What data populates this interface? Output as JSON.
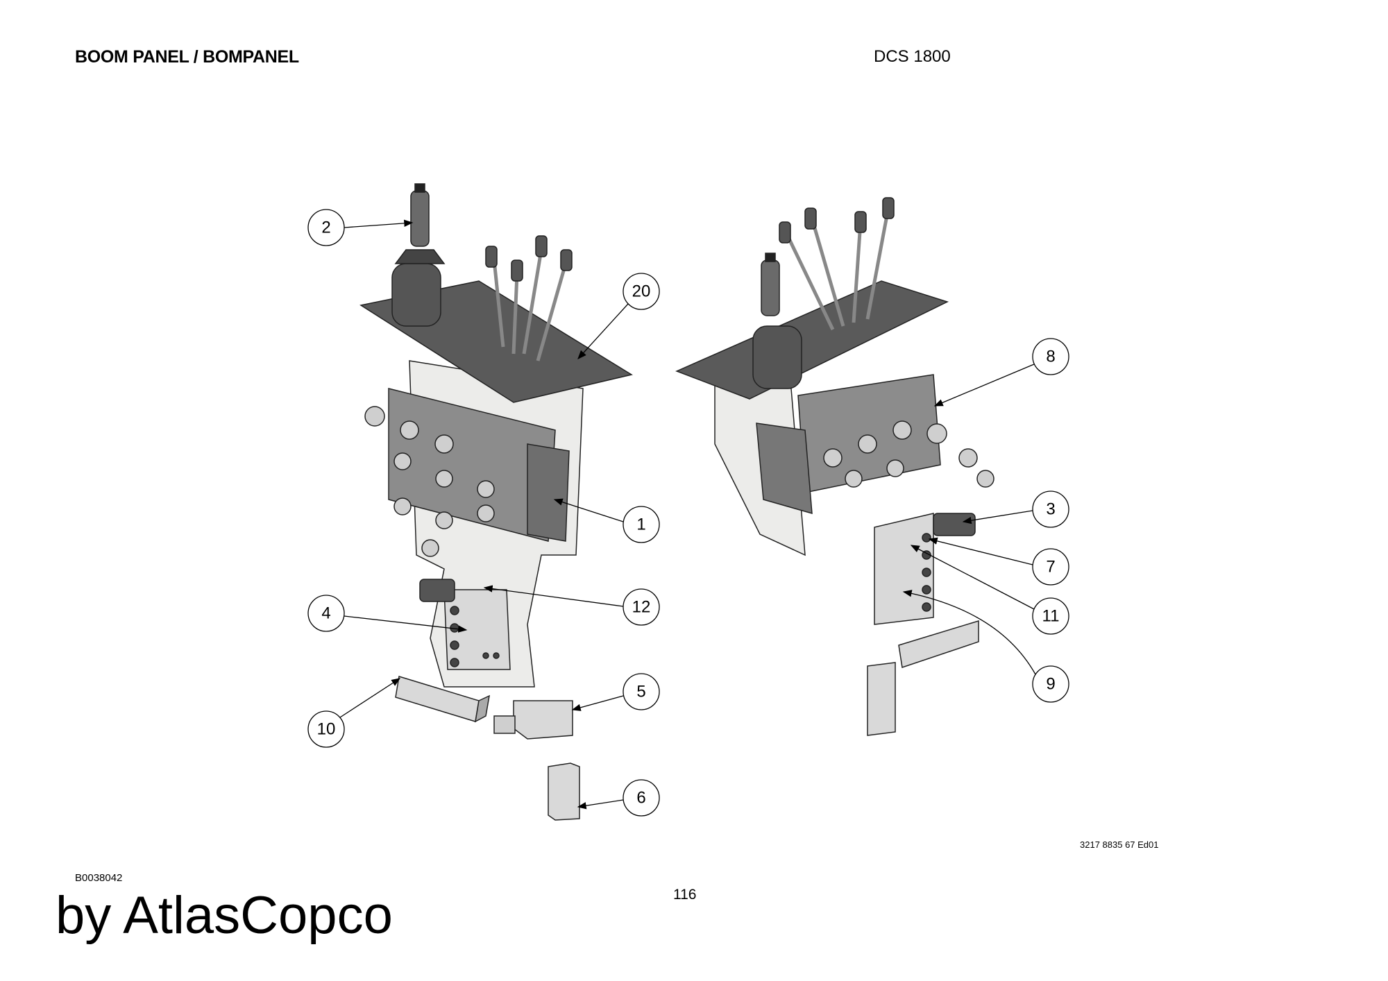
{
  "header": {
    "title": "BOOM PANEL / BOMPANEL",
    "model": "DCS 1800"
  },
  "callouts": [
    "2",
    "20",
    "8",
    "1",
    "3",
    "7",
    "12",
    "4",
    "11",
    "9",
    "5",
    "10",
    "6"
  ],
  "footer": {
    "drawing_code": "3217 8835 67 Ed01",
    "figure_id": "B0038042",
    "page_number": "116",
    "watermark": "by AtlasCopco"
  }
}
